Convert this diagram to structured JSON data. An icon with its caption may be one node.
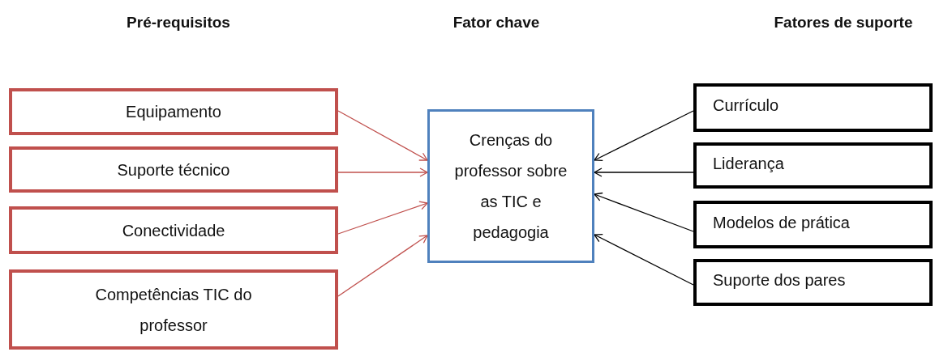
{
  "diagram": {
    "nodes": [
      {
        "text": [
          "Equipamento"
        ]
      },
      {
        "text": [
          "Suporte técnico"
        ]
      },
      {
        "text": [
          "Conectividade"
        ]
      },
      {
        "text": [
          "Competências TIC do professor"
        ]
      },
      {
        "text": [
          "Crenças do professor sobre as TIC e pedagogia"
        ]
      },
      {
        "text": [
          "Currículo"
        ]
      },
      {
        "text": [
          "Liderança"
        ]
      },
      {
        "text": [
          "Modelos de prática"
        ]
      },
      {
        "text": [
          "Suporte dos pares"
        ]
      }
    ],
    "edges": [
      {
        "from": 0,
        "to": 4,
        "arrow": "to",
        "color": "#c0504d"
      },
      {
        "from": 1,
        "to": 4,
        "arrow": "to",
        "color": "#c0504d"
      },
      {
        "from": 2,
        "to": 4,
        "arrow": "to",
        "color": "#c0504d"
      },
      {
        "from": 3,
        "to": 4,
        "arrow": "to",
        "color": "#c0504d"
      },
      {
        "from": 5,
        "to": 4,
        "arrow": "to",
        "color": "#000000"
      },
      {
        "from": 6,
        "to": 4,
        "arrow": "to",
        "color": "#000000"
      },
      {
        "from": 7,
        "to": 4,
        "arrow": "to",
        "color": "#000000"
      },
      {
        "from": 8,
        "to": 4,
        "arrow": "to",
        "color": "#000000"
      }
    ],
    "labels": [
      "Pré-requisitos",
      "Fator chave",
      "Fatores de suporte"
    ]
  }
}
